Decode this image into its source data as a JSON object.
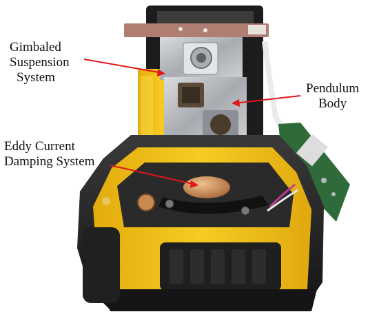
{
  "labels": {
    "gimbaled": [
      "Gimbaled",
      "Suspension",
      "System"
    ],
    "pendulum": [
      "Pendulum",
      "Body"
    ],
    "eddy": [
      "Eddy Current",
      "Damping System"
    ]
  },
  "colors": {
    "arrow": "#e0161b",
    "housing_yellow": "#f2c21a",
    "housing_black": "#222222",
    "metal": "#b9bcc0",
    "pcb_green": "#2f6b3a",
    "copper": "#c98a52"
  }
}
